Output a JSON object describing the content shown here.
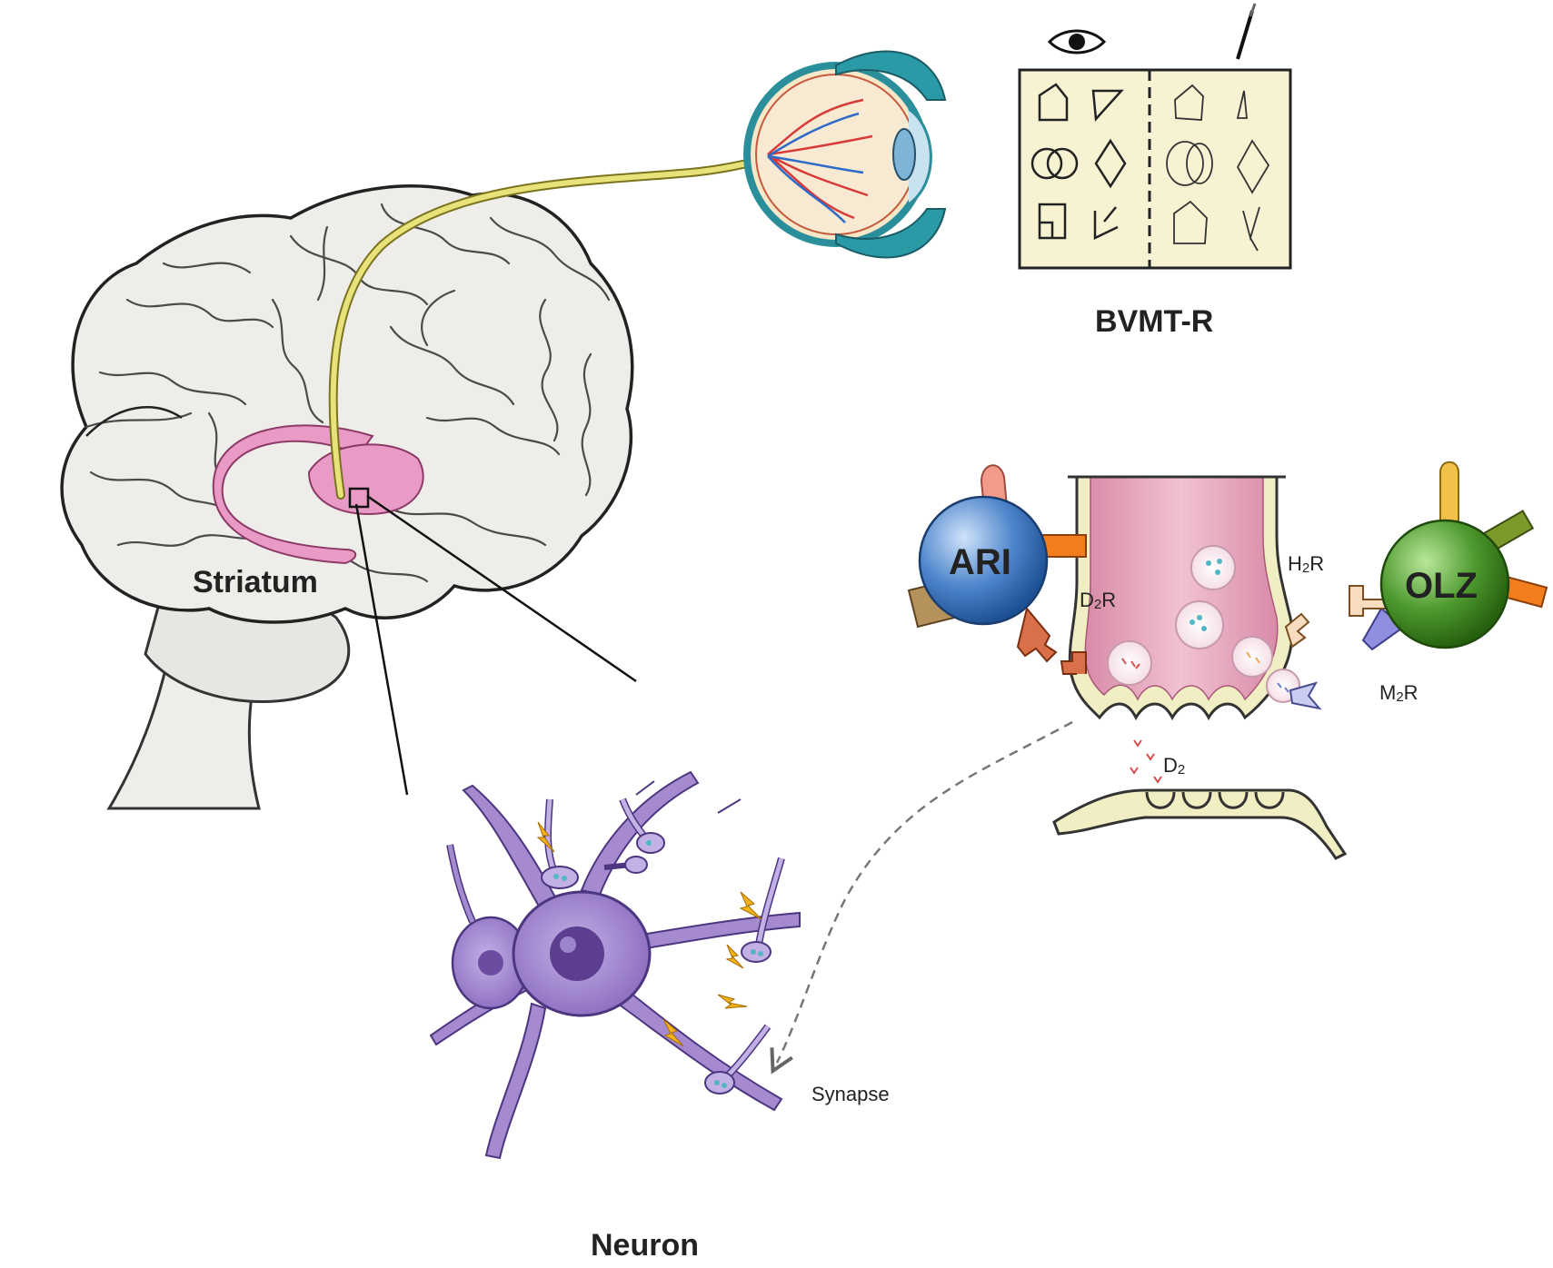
{
  "labels": {
    "striatum": "Striatum",
    "bvmt": "BVMT-R",
    "neuron": "Neuron",
    "synapse": "Synapse",
    "ari": "ARI",
    "olz": "OLZ",
    "d2r_main": "D",
    "d2r_sub": "2",
    "d2r_tail": "R",
    "h2r_main": "H",
    "h2r_sub": "2",
    "h2r_tail": "R",
    "m2r_main": "M",
    "m2r_sub": "2",
    "m2r_tail": "R",
    "d2_main": "D",
    "d2_sub": "2"
  },
  "colors": {
    "brain_fill": "#efedea",
    "striatum_fill": "#e99bc6",
    "optic_nerve": "#e8e27a",
    "bvmt_card": "#f6f2d2",
    "neuron_fill": "#a58ad0",
    "ari_fill": "#4f86cc",
    "olz_fill": "#4e9a2f",
    "synapse_fill": "#e8a8bf",
    "membrane_fill": "#f2eec4"
  }
}
